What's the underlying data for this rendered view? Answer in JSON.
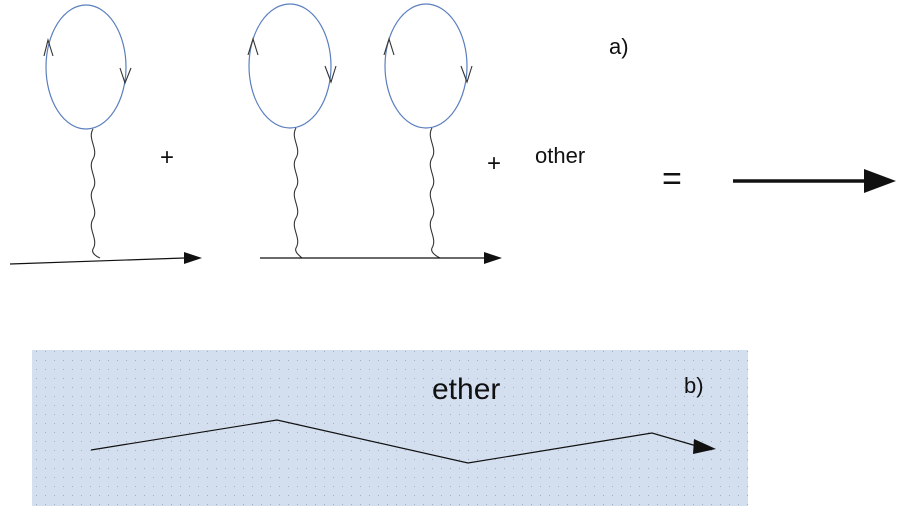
{
  "panel_a": {
    "label": "a)",
    "plus_symbol": "+",
    "other_label": "other",
    "equals_symbol": "="
  },
  "panel_b": {
    "label": "b)",
    "medium_label": "ether"
  },
  "colors": {
    "loop_stroke": "#5b7fbf",
    "ether_fill": "#d3dfef",
    "ether_dots": "#9fb0c8"
  }
}
